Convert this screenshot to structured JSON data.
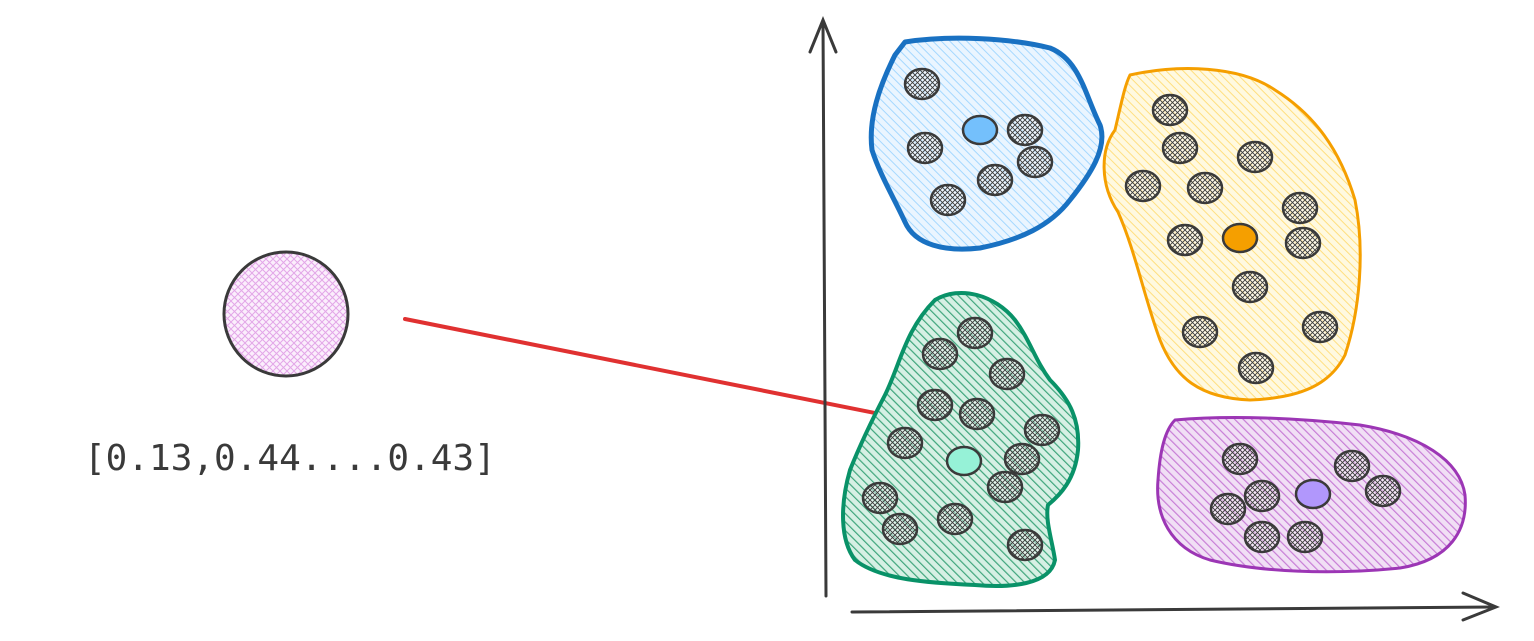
{
  "embedding_vector": {
    "text": "[0.13,0.44....0.43]",
    "color": "#3a3a3a"
  },
  "query_point": {
    "fill": "#f2c6f4",
    "stroke": "#3a3a3a"
  },
  "connector": {
    "color": "#e03131"
  },
  "axes": {
    "color": "#3a3a3a"
  },
  "clusters": [
    {
      "name": "blue",
      "stroke": "#1971c2",
      "fill": "#a5d8ff",
      "centroid_fill": "#74c0fc"
    },
    {
      "name": "orange",
      "stroke": "#f59f00",
      "fill": "#ffec99",
      "centroid_fill": "#f59f00"
    },
    {
      "name": "green",
      "stroke": "#099268",
      "fill": "#63c3a0",
      "centroid_fill": "#96f2d7"
    },
    {
      "name": "purple",
      "stroke": "#9c36b5",
      "fill": "#c77dd6",
      "centroid_fill": "#b197fc"
    }
  ]
}
